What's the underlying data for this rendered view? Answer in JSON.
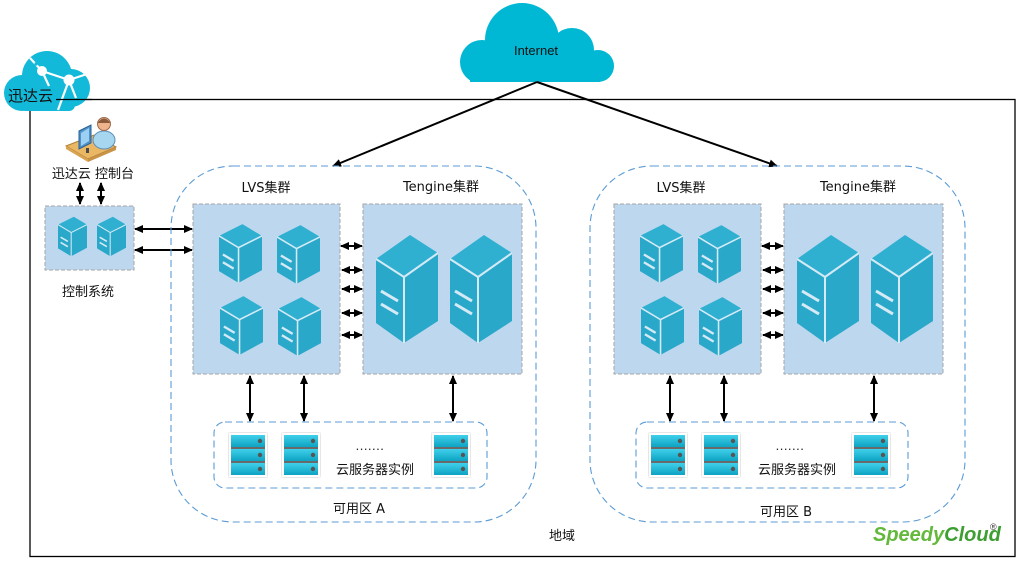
{
  "logo": {
    "name": "迅达云",
    "icon": "network-cloud-icon"
  },
  "internet": {
    "label": "Internet",
    "icon": "cloud-icon"
  },
  "console": {
    "label": "迅达云 控制台",
    "icon": "operator-workstation-icon"
  },
  "control_system": {
    "label": "控制系统",
    "server_count": 2
  },
  "region": {
    "label": "地域"
  },
  "zones": [
    {
      "label": "可用区 A",
      "lvs_cluster": {
        "label": "LVS集群",
        "server_count": 4
      },
      "tengine_cluster": {
        "label": "Tengine集群",
        "server_count": 2
      },
      "instances": {
        "label": "云服务器实例",
        "ellipsis": ".......",
        "shown_count": 3
      }
    },
    {
      "label": "可用区 B",
      "lvs_cluster": {
        "label": "LVS集群",
        "server_count": 4
      },
      "tengine_cluster": {
        "label": "Tengine集群",
        "server_count": 2
      },
      "instances": {
        "label": "云服务器实例",
        "ellipsis": ".......",
        "shown_count": 3
      }
    }
  ],
  "brand": {
    "part1": "Speedy",
    "part2": "Cloud",
    "registered": "®"
  },
  "colors": {
    "cloud": "#00b8d4",
    "panel_fill": "#bdd7ee",
    "server": "#29a8c9",
    "zone_border": "#5b9bd5",
    "brand_green_light": "#63b93b",
    "brand_green_dark": "#3d9e32"
  }
}
